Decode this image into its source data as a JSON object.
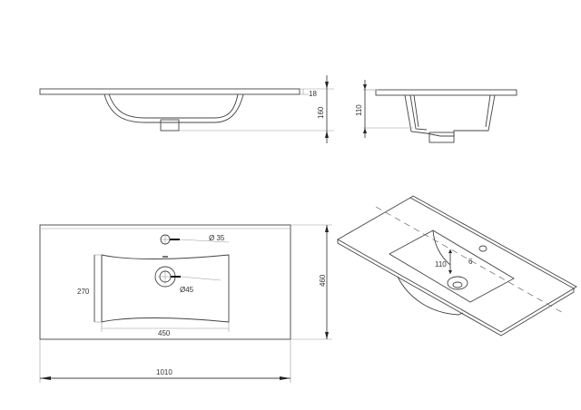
{
  "drawing": {
    "type": "technical drawing",
    "subject": "washbasin / vanity sink top",
    "background": "#ffffff",
    "line_color": "#444444"
  },
  "views": {
    "front": {
      "label": "front elevation",
      "dimensions": {
        "thickness": "18",
        "total_height": "160"
      }
    },
    "side": {
      "label": "side elevation",
      "dimensions": {
        "bowl_depth": "110"
      }
    },
    "plan": {
      "label": "top plan",
      "dimensions": {
        "overall_width": "1010",
        "overall_depth": "460",
        "bowl_width": "450",
        "bowl_depth": "270",
        "tap_hole": "Ø 35",
        "drain_hole": "Ø45"
      }
    },
    "isometric": {
      "label": "isometric view",
      "dimensions": {
        "bowl_depth": "110"
      }
    }
  }
}
